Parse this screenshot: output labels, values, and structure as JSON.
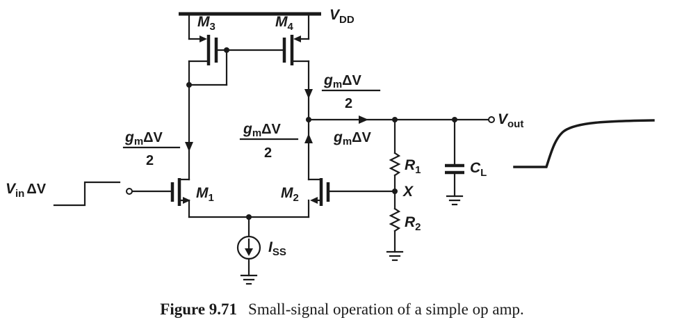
{
  "labels": {
    "vdd": "V",
    "vdd_sub": "DD",
    "m3": "M",
    "m3_sub": "3",
    "m4": "M",
    "m4_sub": "4",
    "m1": "M",
    "m1_sub": "1",
    "m2": "M",
    "m2_sub": "2",
    "r1": "R",
    "r1_sub": "1",
    "r2": "R",
    "r2_sub": "2",
    "cl": "C",
    "cl_sub": "L",
    "x": "X",
    "vout": "V",
    "vout_sub": "out",
    "vin": "V",
    "vin_sub": "in",
    "vin_dv": "ΔV",
    "iss": "I",
    "iss_sub": "SS"
  },
  "current_labels": {
    "g": "g",
    "m": "m",
    "dv": "ΔV",
    "two": "2"
  },
  "caption": {
    "number": "Figure 9.71",
    "text": "Small-signal operation of a simple op amp."
  }
}
